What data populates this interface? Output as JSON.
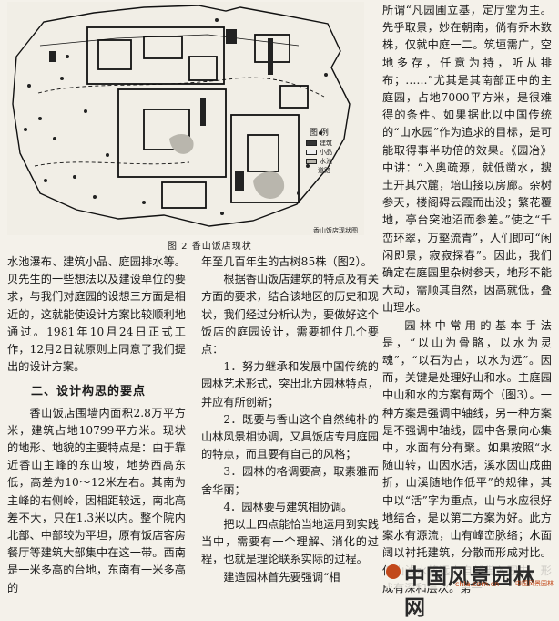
{
  "figure": {
    "caption": "图 2   香山饭店现状",
    "legend_title": "图 例",
    "legend_items": [
      "建筑",
      "小品",
      "水池",
      "道路"
    ],
    "source_label": "香山饭店现状图"
  },
  "columns": {
    "left": [
      "水池瀑布、建筑小品、庭园排水等。贝先生的一些想法以及建设单位的要求，与我们对庭园的设想三方面是相近的，这就能使设计方案比较顺利地通过。1981年10月24日正式工作，12月2日就原则上同意了我们提出的设计方案。",
      "二、设计构思的要点",
      "香山饭店围墙内面积2.8万平方米，建筑占地10799平方米。现状的地形、地貌的主要特点是：由于靠近香山主峰的东山坡，地势西高东低，高差为10～12米左右。其南为主峰的右侧岭，因相距较远，南北高差不大，只在1.3米以内。整个院内北部、中部较为平坦，原有饭店客房餐厅等建筑大部集中在这一带。西南是一米多高的台地，东南有一米多高的"
    ],
    "middle": [
      "年至几百年生的古树85株（图2）。",
      "根据香山饭店建筑的特点及有关方面的要求，结合该地区的历史和现状，我们经过分析认为，要做好这个饭店的庭园设计，需要抓住几个要点：",
      "1．努力继承和发展中国传统的园林艺术形式，突出北方园林特点，并应有所创新；",
      "2．既要与香山这个自然纯朴的山林风景相协调，又具饭店专用庭园的特点，而且要有自己的风格；",
      "3．园林的格调要高，取素雅而舍华丽；",
      "4．园林要与建筑相协调。",
      "把以上四点能恰当地运用到实践当中，需要有一个理解、消化的过程，也就是理论联系实际的过程。",
      "建造园林首先要强调“相"
    ],
    "right": [
      "所谓“凡园圃立基，定厅堂为主。先乎取景，妙在朝南，倘有乔木数株，仅就中庭一二。筑垣需广，空地多存，任意为持，听从排布；……”尤其是其南部正中的主庭园，占地7000平方米，是很难得的条件。如果据此以中国传统的“山水园”作为追求的目标，是可能取得事半功倍的效果。《园冶》中讲：“入奥疏源，就低凿水，搜土开其穴麓，培山接以房廊。杂树参天，楼阁碍云霞而出没；繁花覆地，亭台突池沼而参差。”使之“千峦环翠，万壑流青”，人们即可“闲闲即景，寂寂探春”。因此，我们确定在庭园里杂树参天，地形不能大动，需顺其自然，因高就低，叠山理水。",
      "园林中常用的基本手法是，“以山为骨骼，以水为灵魂”，“以石为古，以水为远”。因而，关键是处理好山和水。主庭园中山和水的方案有两个（图3）。一种方案是强调中轴线，另一种方案是不强调中轴线，园中各景向心集中，水面有分有聚。如果按照“水随山转，山因水活，溪水因山成曲折，山溪随地作低平”的规律，其中以“活”字为重点，山与水应很好地结合，是以第二方案为好。此方案水有源流，山有峰峦脉络；水面阔以衬托建筑，分散而形成对比。低山浅水将远山自然借入园中，形成有深和层次。第一"
    ]
  },
  "watermark": {
    "main": "中国风景园林网",
    "url": "chla.com.cn",
    "sub": "中国风景园林"
  }
}
